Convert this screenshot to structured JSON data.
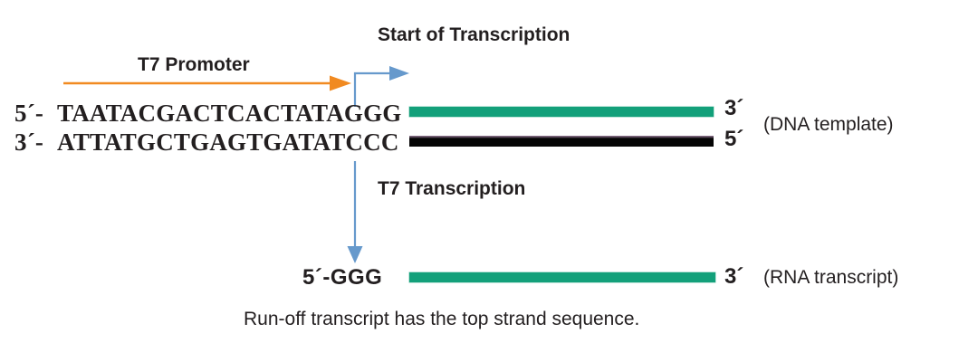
{
  "figure": {
    "title_annotations": {
      "start_of_transcription": "Start of Transcription",
      "t7_promoter": "T7 Promoter",
      "t7_transcription": "T7 Transcription"
    },
    "dna": {
      "top_strand": {
        "five_prime": "5´-",
        "sequence": "TAATACGACTCACTATAGGG",
        "three_prime": "3´"
      },
      "bottom_strand": {
        "three_prime": "3´-",
        "sequence": "ATTATGCTGAGTGATATCCC",
        "five_prime": "5´"
      },
      "label": "(DNA template)"
    },
    "rna": {
      "five_prime_seq": "5´-GGG",
      "three_prime": "3´",
      "label": "(RNA transcript)"
    },
    "caption": "Run-off transcript has the top strand sequence.",
    "colors": {
      "coding_strand_green": "#13a07a",
      "template_strand_black": "#050505",
      "promoter_arrow_orange": "#F18A21",
      "transcription_arrow_blue": "#6699CC",
      "text": "#231f20",
      "background": "#ffffff"
    }
  }
}
